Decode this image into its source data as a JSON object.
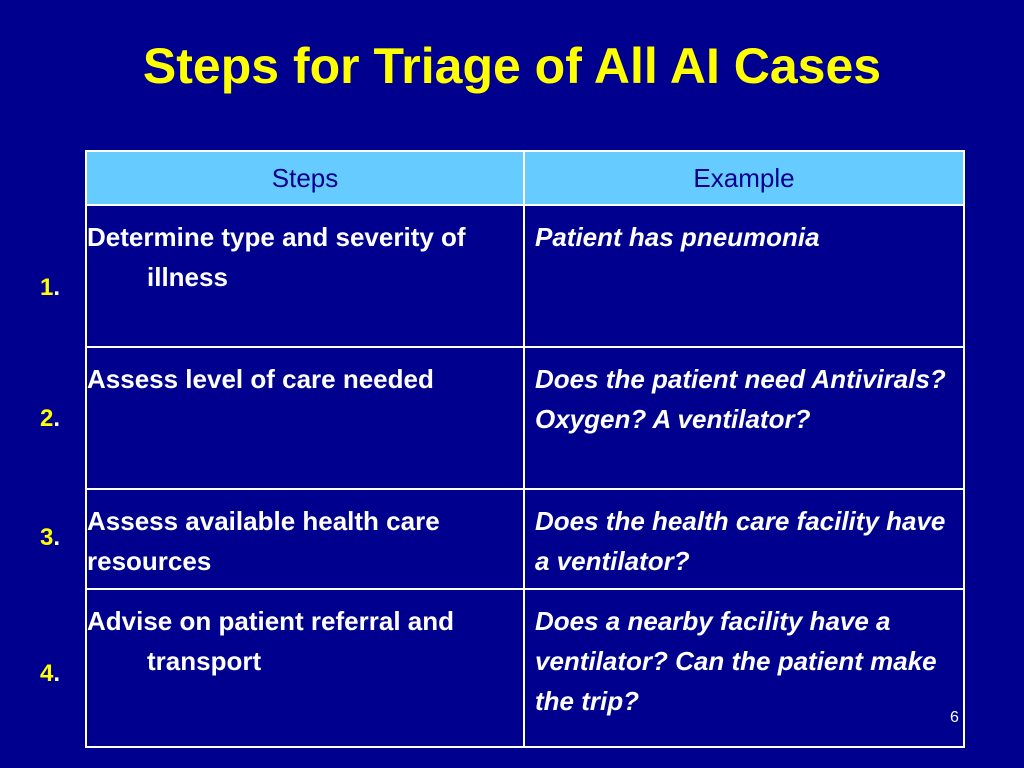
{
  "slide": {
    "title": "Steps for Triage of All AI Cases",
    "slide_number": "6"
  },
  "table": {
    "headers": [
      "Steps",
      "Example"
    ],
    "rows": [
      {
        "number": "1",
        "step": "Determine type and severity of illness",
        "example": "Patient has pneumonia"
      },
      {
        "number": "2",
        "step": "Assess level of care needed",
        "example": "Does the patient need Antivirals? Oxygen? A ventilator?"
      },
      {
        "number": "3",
        "step": "Assess available health care resources",
        "example": "Does the health care facility have a ventilator?"
      },
      {
        "number": "4",
        "step": "Advise on patient referral and transport",
        "example": "Does a nearby facility have a ventilator?  Can the patient make the trip?"
      }
    ]
  },
  "colors": {
    "background": "#00008e",
    "title": "#ffff00",
    "header_fill": "#66ccff",
    "number": "#ffff00",
    "text": "#ffffff"
  }
}
